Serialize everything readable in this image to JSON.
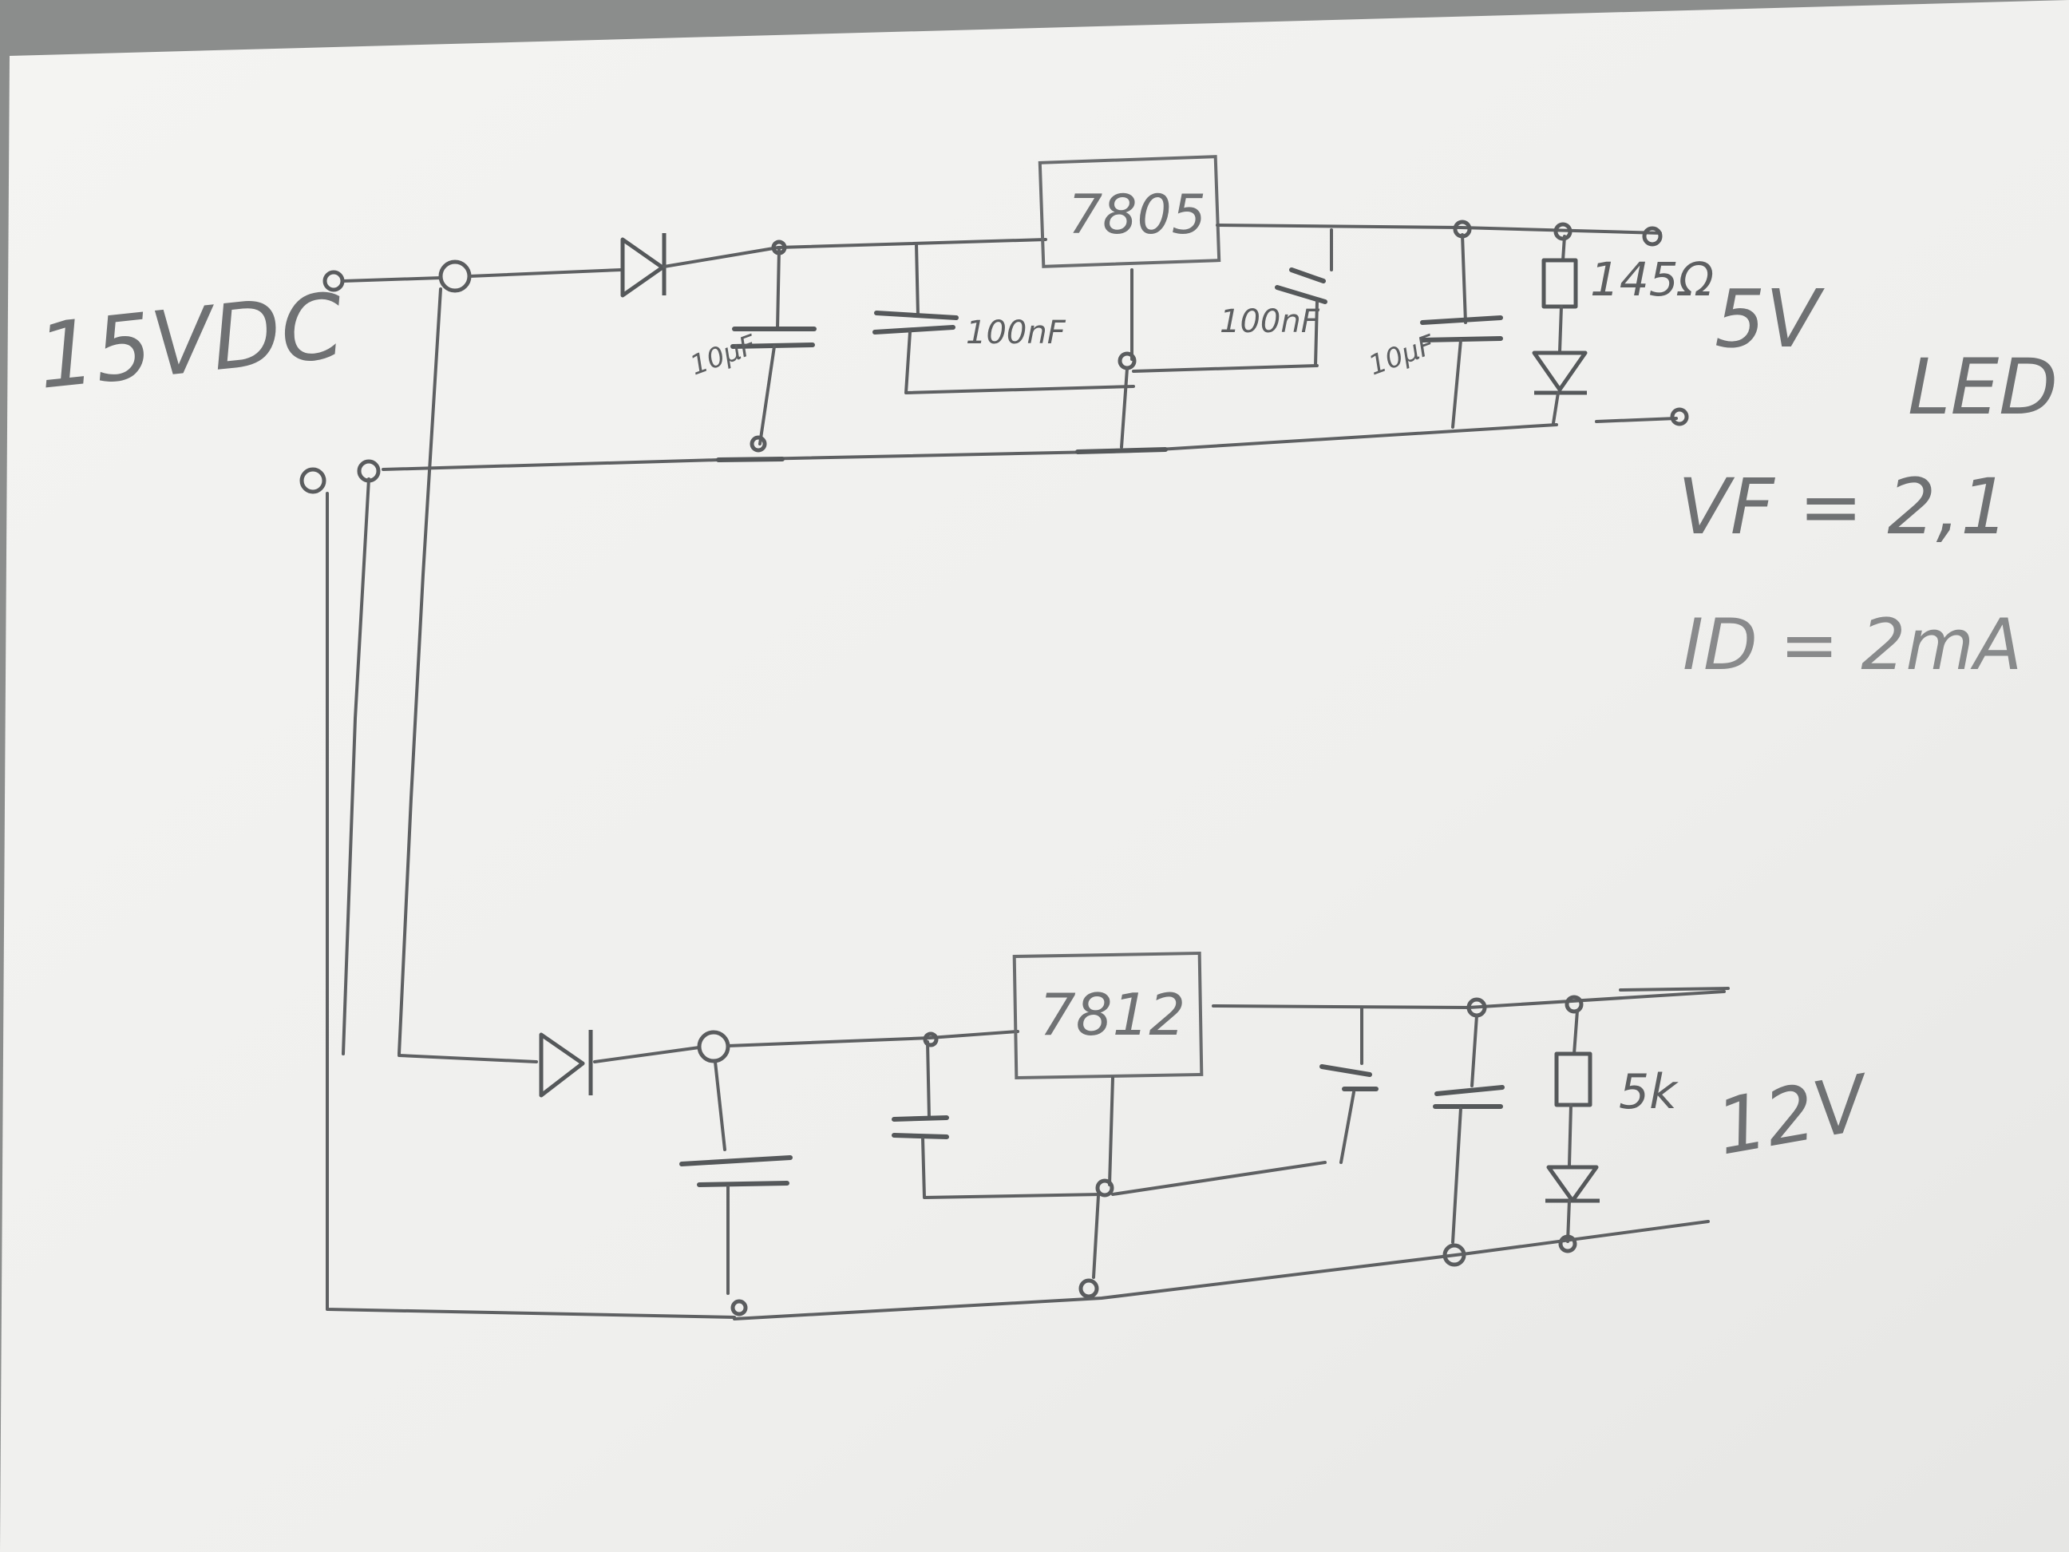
{
  "labels": {
    "supply": "15VDC",
    "regulator_5v": "7805",
    "regulator_12v": "7812",
    "out_5v": "5V",
    "out_12v": "12V",
    "led": "LED",
    "vf": "VF = 2,1",
    "id": "ID = 2mA",
    "r_5v": "145Ω",
    "r_12v": "5k",
    "c_in_5v": "10µF",
    "c_mid1_5v": "100nF",
    "c_mid2_5v": "100nF",
    "c_out_5v": "10µF"
  },
  "colors": {
    "paper": "#f1f1ef",
    "pencil": "#5e6062",
    "background": "#8b8d8c"
  }
}
